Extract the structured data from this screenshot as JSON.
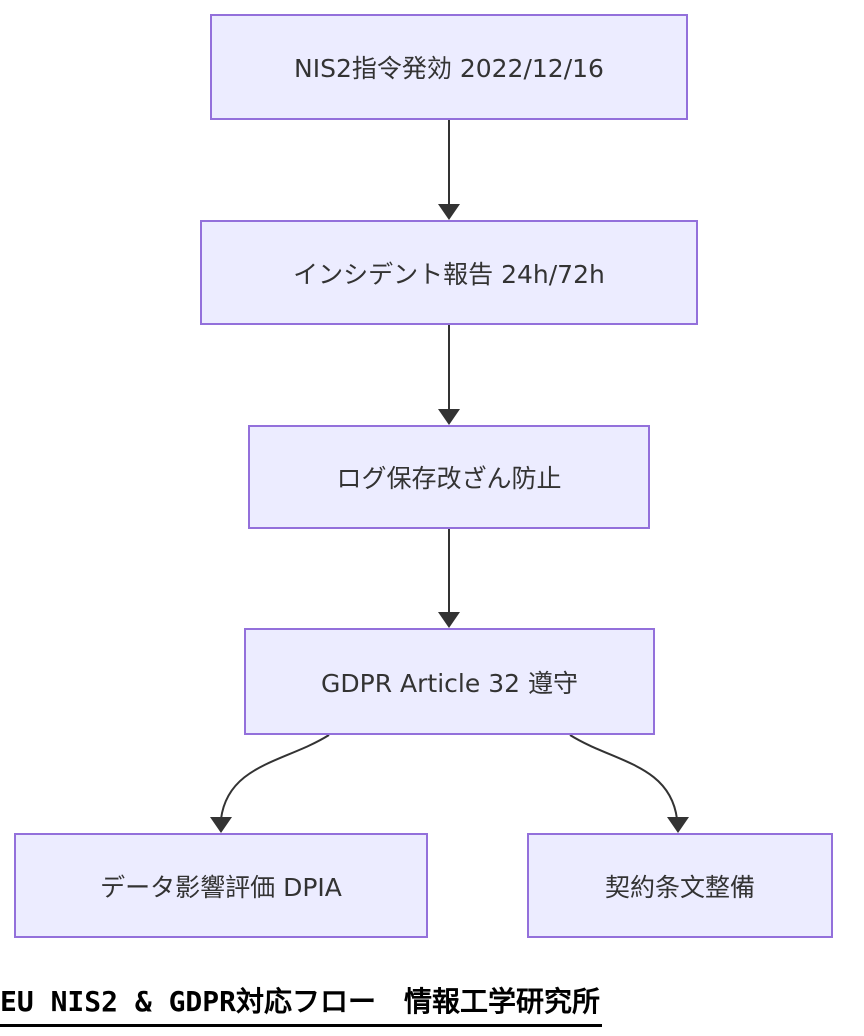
{
  "diagram": {
    "type": "flowchart",
    "direction": "top-down",
    "nodes": [
      {
        "id": "A",
        "label": "NIS2指令発効 2022/12/16"
      },
      {
        "id": "B",
        "label": "インシデント報告 24h/72h"
      },
      {
        "id": "C",
        "label": "ログ保存改ざん防止"
      },
      {
        "id": "D",
        "label": "GDPR Article 32 遵守"
      },
      {
        "id": "E",
        "label": "データ影響評価 DPIA"
      },
      {
        "id": "F",
        "label": "契約条文整備"
      }
    ],
    "edges": [
      {
        "from": "A",
        "to": "B"
      },
      {
        "from": "B",
        "to": "C"
      },
      {
        "from": "C",
        "to": "D"
      },
      {
        "from": "D",
        "to": "E"
      },
      {
        "from": "D",
        "to": "F"
      }
    ],
    "caption": "EU NIS2 & GDPR対応フロー　情報工学研究所",
    "colors": {
      "background": "#FFFFFF",
      "node_fill": "#ECECFF",
      "node_border": "#9370DB",
      "edge_line": "#333333",
      "node_text": "#333333",
      "caption_text": "#000000"
    }
  }
}
